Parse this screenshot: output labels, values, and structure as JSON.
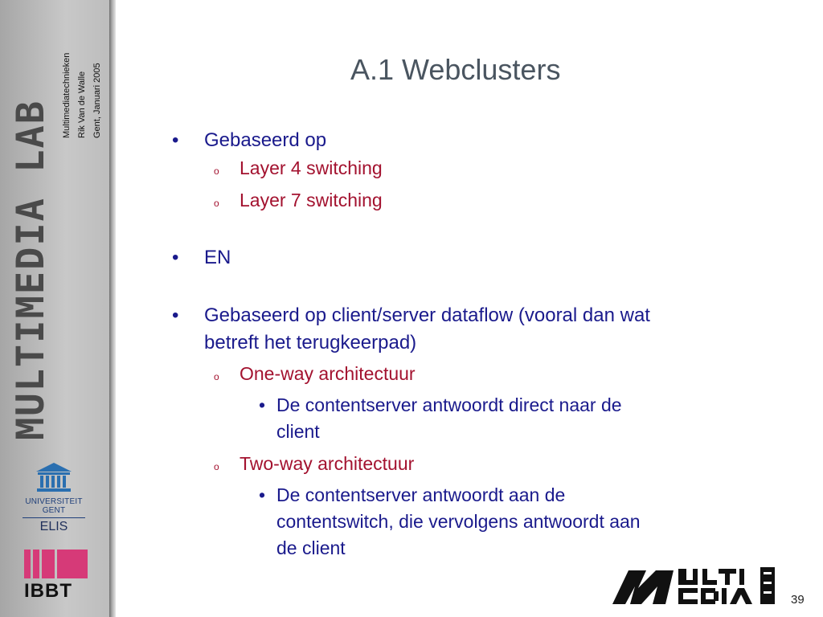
{
  "sidebar": {
    "brand_text": "MULTIMEDIA LAB",
    "meta": [
      "Multimediatechnieken",
      "Rik Van de Walle",
      "Gent, Januari 2005"
    ],
    "university_line1": "UNIVERSITEIT",
    "university_line2": "GENT",
    "department": "ELIS",
    "partner": "IBBT",
    "colors": {
      "ibbt_magenta": "#d63a78",
      "ugent_blue": "#1f3f7a"
    }
  },
  "slide": {
    "title": "A.1 Webclusters",
    "bullets": [
      {
        "text": "Gebaseerd op",
        "sub": [
          {
            "text": "Layer 4 switching",
            "sub": []
          },
          {
            "text": "Layer 7 switching",
            "sub": []
          }
        ]
      },
      {
        "text": "EN",
        "sub": []
      },
      {
        "text": "Gebaseerd op client/server dataflow (vooral dan wat betreft het terugkeerpad)",
        "sub": [
          {
            "text": "One-way architectuur",
            "sub": [
              "De contentserver antwoordt direct naar de client"
            ]
          },
          {
            "text": "Two-way architectuur",
            "sub": [
              "De contentserver antwoordt aan de contentswitch, die vervolgens antwoordt aan de client"
            ]
          }
        ]
      }
    ],
    "page_number": "39",
    "colors": {
      "level1": "#1a1a8c",
      "level2": "#a3122f",
      "title": "#4a5560"
    }
  }
}
